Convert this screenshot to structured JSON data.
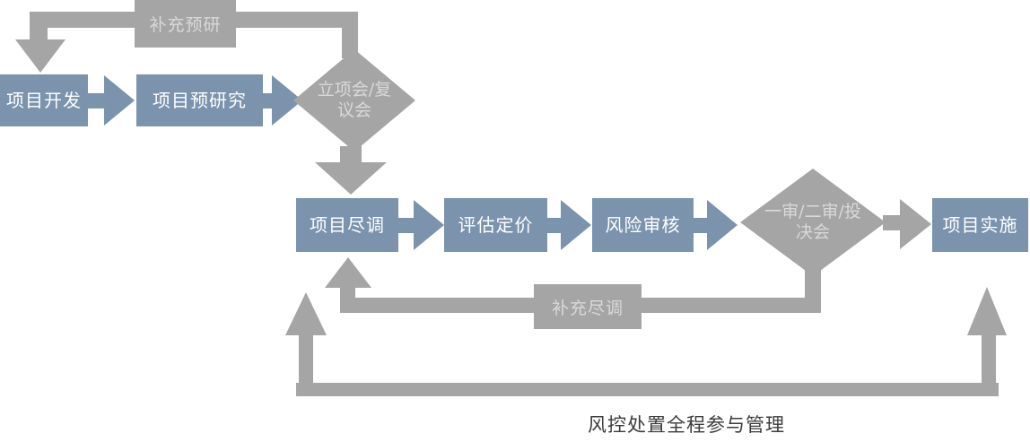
{
  "colors": {
    "node_blue": "#7b93ad",
    "connector_gray": "#a5a5a5",
    "node_text": "#ffffff",
    "gray_shape_text": "#d9d9d9",
    "caption_text": "#3b3b3b",
    "background": "#ffffff"
  },
  "diagram": {
    "nodes": {
      "project_development": "项目开发",
      "project_pre_research": "项目预研究",
      "initiation_meeting_line1": "立项会/复",
      "initiation_meeting_line2": "议会",
      "supplementary_pre_research": "补充预研",
      "project_due_diligence": "项目尽调",
      "valuation_pricing": "评估定价",
      "risk_review": "风险审核",
      "decision_meeting_line1": "一审/二审/投",
      "decision_meeting_line2": "决会",
      "project_implementation": "项目实施",
      "supplementary_due_diligence": "补充尽调"
    },
    "caption": "风控处置全程参与管理"
  }
}
